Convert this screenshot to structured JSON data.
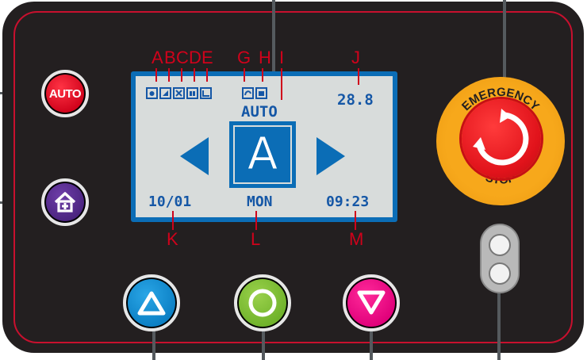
{
  "labels": {
    "A": "A",
    "B": "B",
    "C": "C",
    "D": "D",
    "E": "E",
    "G": "G",
    "H": "H",
    "I": "I",
    "J": "J",
    "K": "K",
    "L": "L",
    "M": "M"
  },
  "buttons": {
    "auto_label": "AUTO"
  },
  "display": {
    "mode": "AUTO",
    "value": "28.8",
    "date": "10/01",
    "day": "MON",
    "time": "09:23",
    "center_glyph": "A"
  },
  "emergency_stop": {
    "top_text": "EMERGENCY",
    "bottom_text": "STOP"
  },
  "colors": {
    "panel": "#231f20",
    "border_red": "#c8102e",
    "lcd_blue": "#1557a6",
    "label_red": "#d0021b"
  }
}
